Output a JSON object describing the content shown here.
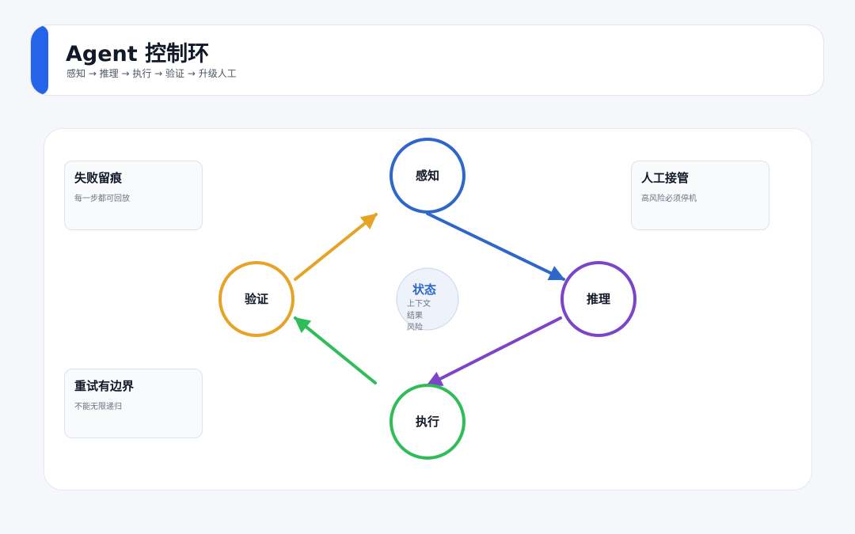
{
  "header": {
    "title": "Agent 控制环",
    "subtitle": "感知 → 推理 → 执行 → 验证 → 升级人工",
    "accent_color": "#2563eb"
  },
  "nodes": {
    "perceive": {
      "label": "感知",
      "color": "#2f67c9"
    },
    "reason": {
      "label": "推理",
      "color": "#7c45c8"
    },
    "execute": {
      "label": "执行",
      "color": "#2ebd59"
    },
    "verify": {
      "label": "验证",
      "color": "#e6a325"
    }
  },
  "state": {
    "title": "状态",
    "items": [
      "上下文",
      "结果",
      "风险"
    ]
  },
  "notes": {
    "failure_trace": {
      "title": "失败留痕",
      "desc": "每一步都可回放"
    },
    "human_takeover": {
      "title": "人工接管",
      "desc": "高风险必须停机"
    },
    "bounded_retry": {
      "title": "重试有边界",
      "desc": "不能无限递归"
    }
  },
  "edges": [
    {
      "from": "perceive",
      "to": "reason",
      "color": "#2f67c9"
    },
    {
      "from": "reason",
      "to": "execute",
      "color": "#7c45c8"
    },
    {
      "from": "execute",
      "to": "verify",
      "color": "#2ebd59"
    },
    {
      "from": "verify",
      "to": "perceive",
      "color": "#e6a325"
    }
  ]
}
